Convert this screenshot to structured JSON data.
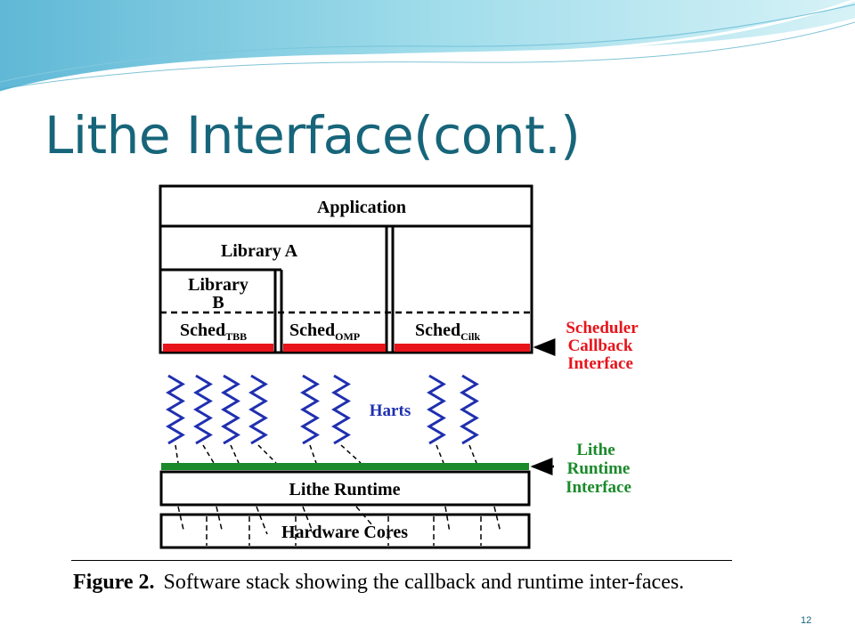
{
  "slide": {
    "title": "Lithe Interface(cont.)",
    "page_number": "12"
  },
  "diagram": {
    "application": "Application",
    "library_a": "Library A",
    "library_b_line1": "Library",
    "library_b_line2": "B",
    "sched_tbb": {
      "base": "Sched",
      "sub": "TBB"
    },
    "sched_omp": {
      "base": "Sched",
      "sub": "OMP"
    },
    "sched_cilk": {
      "base": "Sched",
      "sub": "Cilk"
    },
    "scheduler_interface": [
      "Scheduler",
      "Callback",
      "Interface"
    ],
    "harts": "Harts",
    "lithe_runtime": "Lithe Runtime",
    "runtime_interface": [
      "Lithe",
      "Runtime",
      "Interface"
    ],
    "hardware_cores": "Hardware Cores",
    "colors": {
      "scheduler": "#e8141b",
      "runtime": "#1a8a2a",
      "harts": "#1f2fb0",
      "title": "#17657a"
    }
  },
  "caption": {
    "label": "Figure 2.",
    "text": "Software stack showing the callback and runtime inter-faces."
  }
}
